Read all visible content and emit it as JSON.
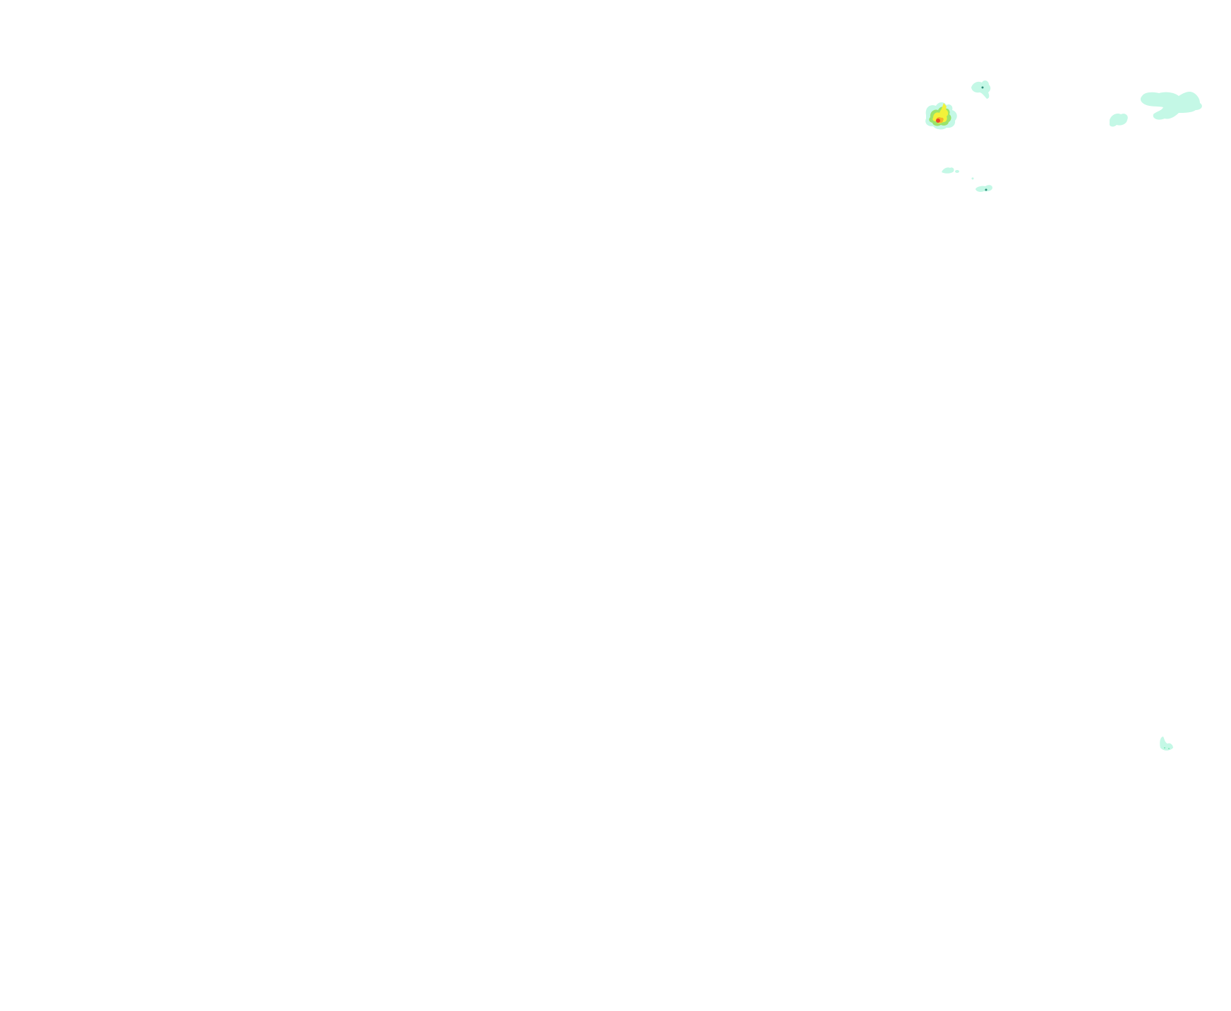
{
  "layer": {
    "type": "precipitation-radar-overlay",
    "background": "#ffffff",
    "palette": {
      "light": "#c4f8e6",
      "light_edge": "#a8f0d8",
      "moderate": "#7ee8b8",
      "moderate_green": "#9be36a",
      "heavy": "#f2f23a",
      "heavy_orange": "#f5b52a",
      "intense": "#e8462a",
      "dark_cell": "#2e8c78"
    },
    "cells": [
      {
        "id": "cell-strong-west",
        "intensity": "intense"
      },
      {
        "id": "cell-north",
        "intensity": "light"
      },
      {
        "id": "cell-east-small",
        "intensity": "light"
      },
      {
        "id": "cell-east-large",
        "intensity": "light"
      },
      {
        "id": "cell-south-west-1",
        "intensity": "light"
      },
      {
        "id": "cell-south-west-2",
        "intensity": "light"
      },
      {
        "id": "cell-far-south",
        "intensity": "light"
      }
    ]
  }
}
